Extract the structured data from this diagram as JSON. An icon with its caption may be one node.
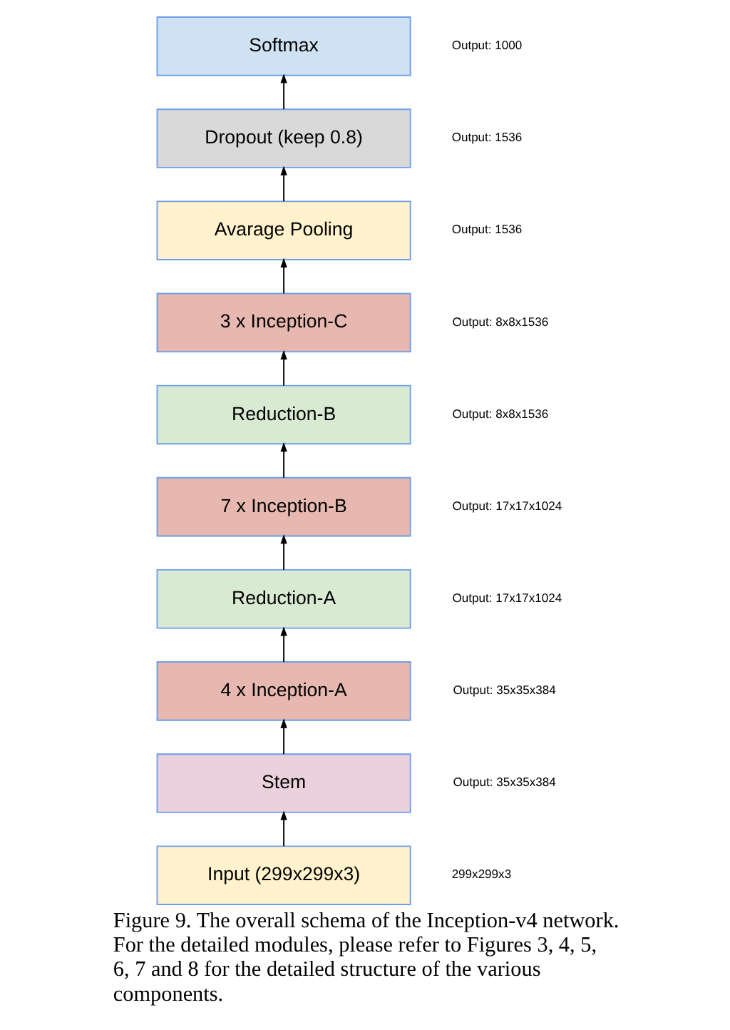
{
  "diagram": {
    "caption": "Figure 9. The overall schema of the Inception-v4 network. For the detailed modules, please refer to Figures 3, 4, 5, 6, 7 and 8 for the detailed structure of the various components.",
    "nodes": [
      {
        "text": [
          "Softmax"
        ],
        "beside": [
          "Output: 1000"
        ]
      },
      {
        "text": [
          "Dropout (keep 0.8)"
        ],
        "beside": [
          "Output: 1536"
        ]
      },
      {
        "text": [
          "Avarage Pooling"
        ],
        "beside": [
          "Output: 1536"
        ]
      },
      {
        "text": [
          "3 x Inception-C"
        ],
        "beside": [
          "Output: 8x8x1536"
        ]
      },
      {
        "text": [
          "Reduction-B"
        ],
        "beside": [
          "Output: 8x8x1536"
        ]
      },
      {
        "text": [
          "7 x Inception-B"
        ],
        "beside": [
          "Output: 17x17x1024"
        ]
      },
      {
        "text": [
          "Reduction-A"
        ],
        "beside": [
          "Output: 17x17x1024"
        ]
      },
      {
        "text": [
          "4 x Inception-A"
        ],
        "beside": [
          "Output: 35x35x384"
        ]
      },
      {
        "text": [
          "Stem"
        ],
        "beside": [
          "Output: 35x35x384"
        ]
      },
      {
        "text": [
          "Input (299x299x3)"
        ],
        "beside": [
          "299x299x3"
        ]
      }
    ],
    "edges": [
      {
        "from": 9,
        "to": 8,
        "arrow": "to"
      },
      {
        "from": 8,
        "to": 7,
        "arrow": "to"
      },
      {
        "from": 7,
        "to": 6,
        "arrow": "to"
      },
      {
        "from": 6,
        "to": 5,
        "arrow": "to"
      },
      {
        "from": 5,
        "to": 4,
        "arrow": "to"
      },
      {
        "from": 4,
        "to": 3,
        "arrow": "to"
      },
      {
        "from": 3,
        "to": 2,
        "arrow": "to"
      },
      {
        "from": 2,
        "to": 1,
        "arrow": "to"
      },
      {
        "from": 1,
        "to": 0,
        "arrow": "to"
      }
    ]
  }
}
